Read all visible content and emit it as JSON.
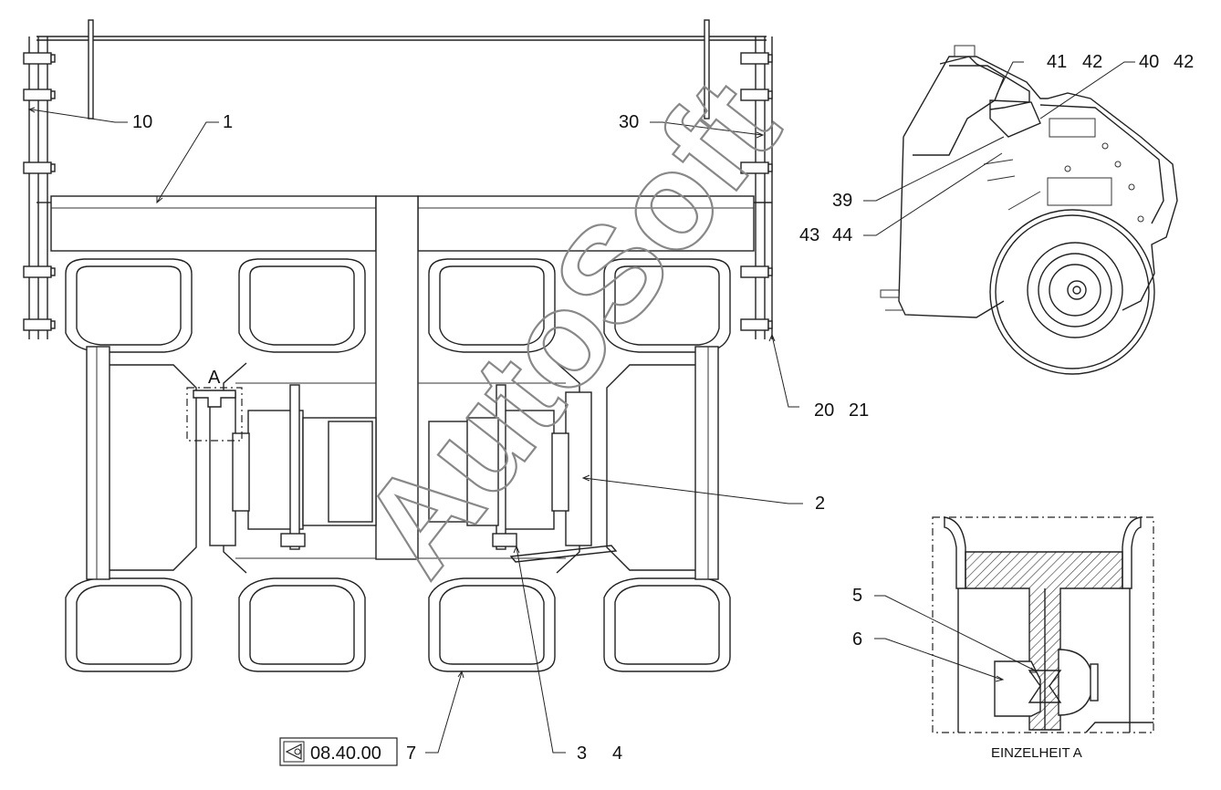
{
  "callouts": {
    "c1": "1",
    "c2": "2",
    "c3": "3",
    "c4": "4",
    "c5": "5",
    "c6": "6",
    "c7": "7",
    "c10": "10",
    "c20": "20",
    "c21": "21",
    "c30": "30",
    "c39": "39",
    "c40": "40",
    "c41": "41",
    "c42a": "42",
    "c42b": "42",
    "c43": "43",
    "c44": "44"
  },
  "detail_marker": "A",
  "detail_title": "EINZELHEIT A",
  "reference_box": {
    "icon": "eye-view-icon",
    "code": "08.40.00"
  },
  "watermark": "AutoSoft",
  "colors": {
    "line": "#222222",
    "watermark": "#888888",
    "background": "#ffffff"
  }
}
